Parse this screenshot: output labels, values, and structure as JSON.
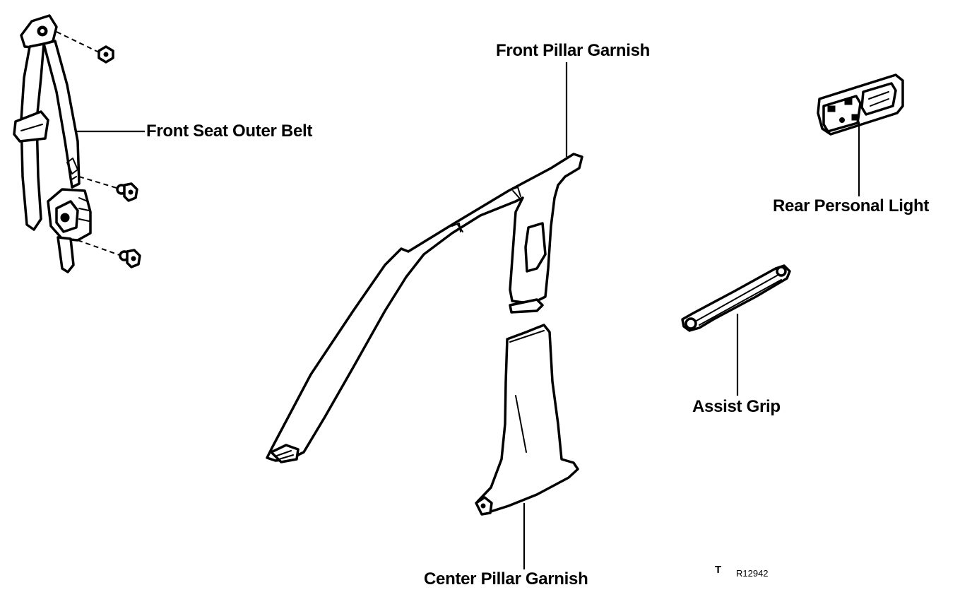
{
  "labels": {
    "front_seat_outer_belt": "Front Seat Outer Belt",
    "front_pillar_garnish": "Front Pillar Garnish",
    "rear_personal_light": "Rear Personal Light",
    "assist_grip": "Assist Grip",
    "center_pillar_garnish": "Center Pillar Garnish"
  },
  "footer": {
    "mark": "T",
    "ref_code": "R12942"
  },
  "colors": {
    "line": "#000000",
    "background": "#ffffff"
  }
}
